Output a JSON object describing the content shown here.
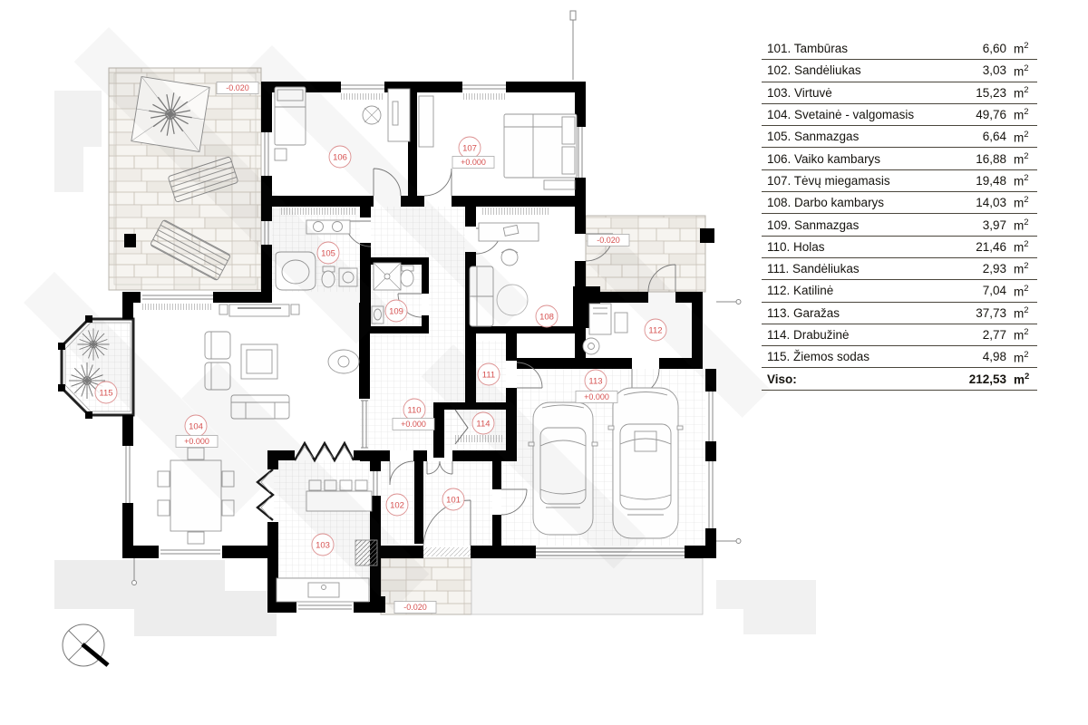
{
  "legend": {
    "unit": "m",
    "unit_sup": "2",
    "rows": [
      {
        "label": "101. Tambūras",
        "area": "6,60"
      },
      {
        "label": "102. Sandėliukas",
        "area": "3,03"
      },
      {
        "label": "103. Virtuvė",
        "area": "15,23"
      },
      {
        "label": "104. Svetainė - valgomasis",
        "area": "49,76"
      },
      {
        "label": "105. Sanmazgas",
        "area": "6,64"
      },
      {
        "label": "106. Vaiko kambarys",
        "area": "16,88"
      },
      {
        "label": "107. Tėvų miegamasis",
        "area": "19,48"
      },
      {
        "label": "108. Darbo kambarys",
        "area": "14,03"
      },
      {
        "label": "109. Sanmazgas",
        "area": "3,97"
      },
      {
        "label": "110. Holas",
        "area": "21,46"
      },
      {
        "label": "111. Sandėliukas",
        "area": "2,93"
      },
      {
        "label": "112. Katilinė",
        "area": "7,04"
      },
      {
        "label": "113. Garažas",
        "area": "37,73"
      },
      {
        "label": "114. Drabužinė",
        "area": "2,77"
      },
      {
        "label": "115. Žiemos sodas",
        "area": "4,98"
      }
    ],
    "total_label": "Viso:",
    "total_area": "212,53"
  },
  "plan": {
    "room_tags": [
      "101",
      "102",
      "103",
      "104",
      "105",
      "106",
      "107",
      "108",
      "109",
      "110",
      "111",
      "112",
      "113",
      "114",
      "115"
    ],
    "elevation_tags": [
      "+0.000",
      "+0.000",
      "+0.000",
      "+0.000",
      "-0.020",
      "-0.020",
      "-0.020"
    ],
    "accent_color": "#d6504f",
    "wall_color": "#000000"
  }
}
